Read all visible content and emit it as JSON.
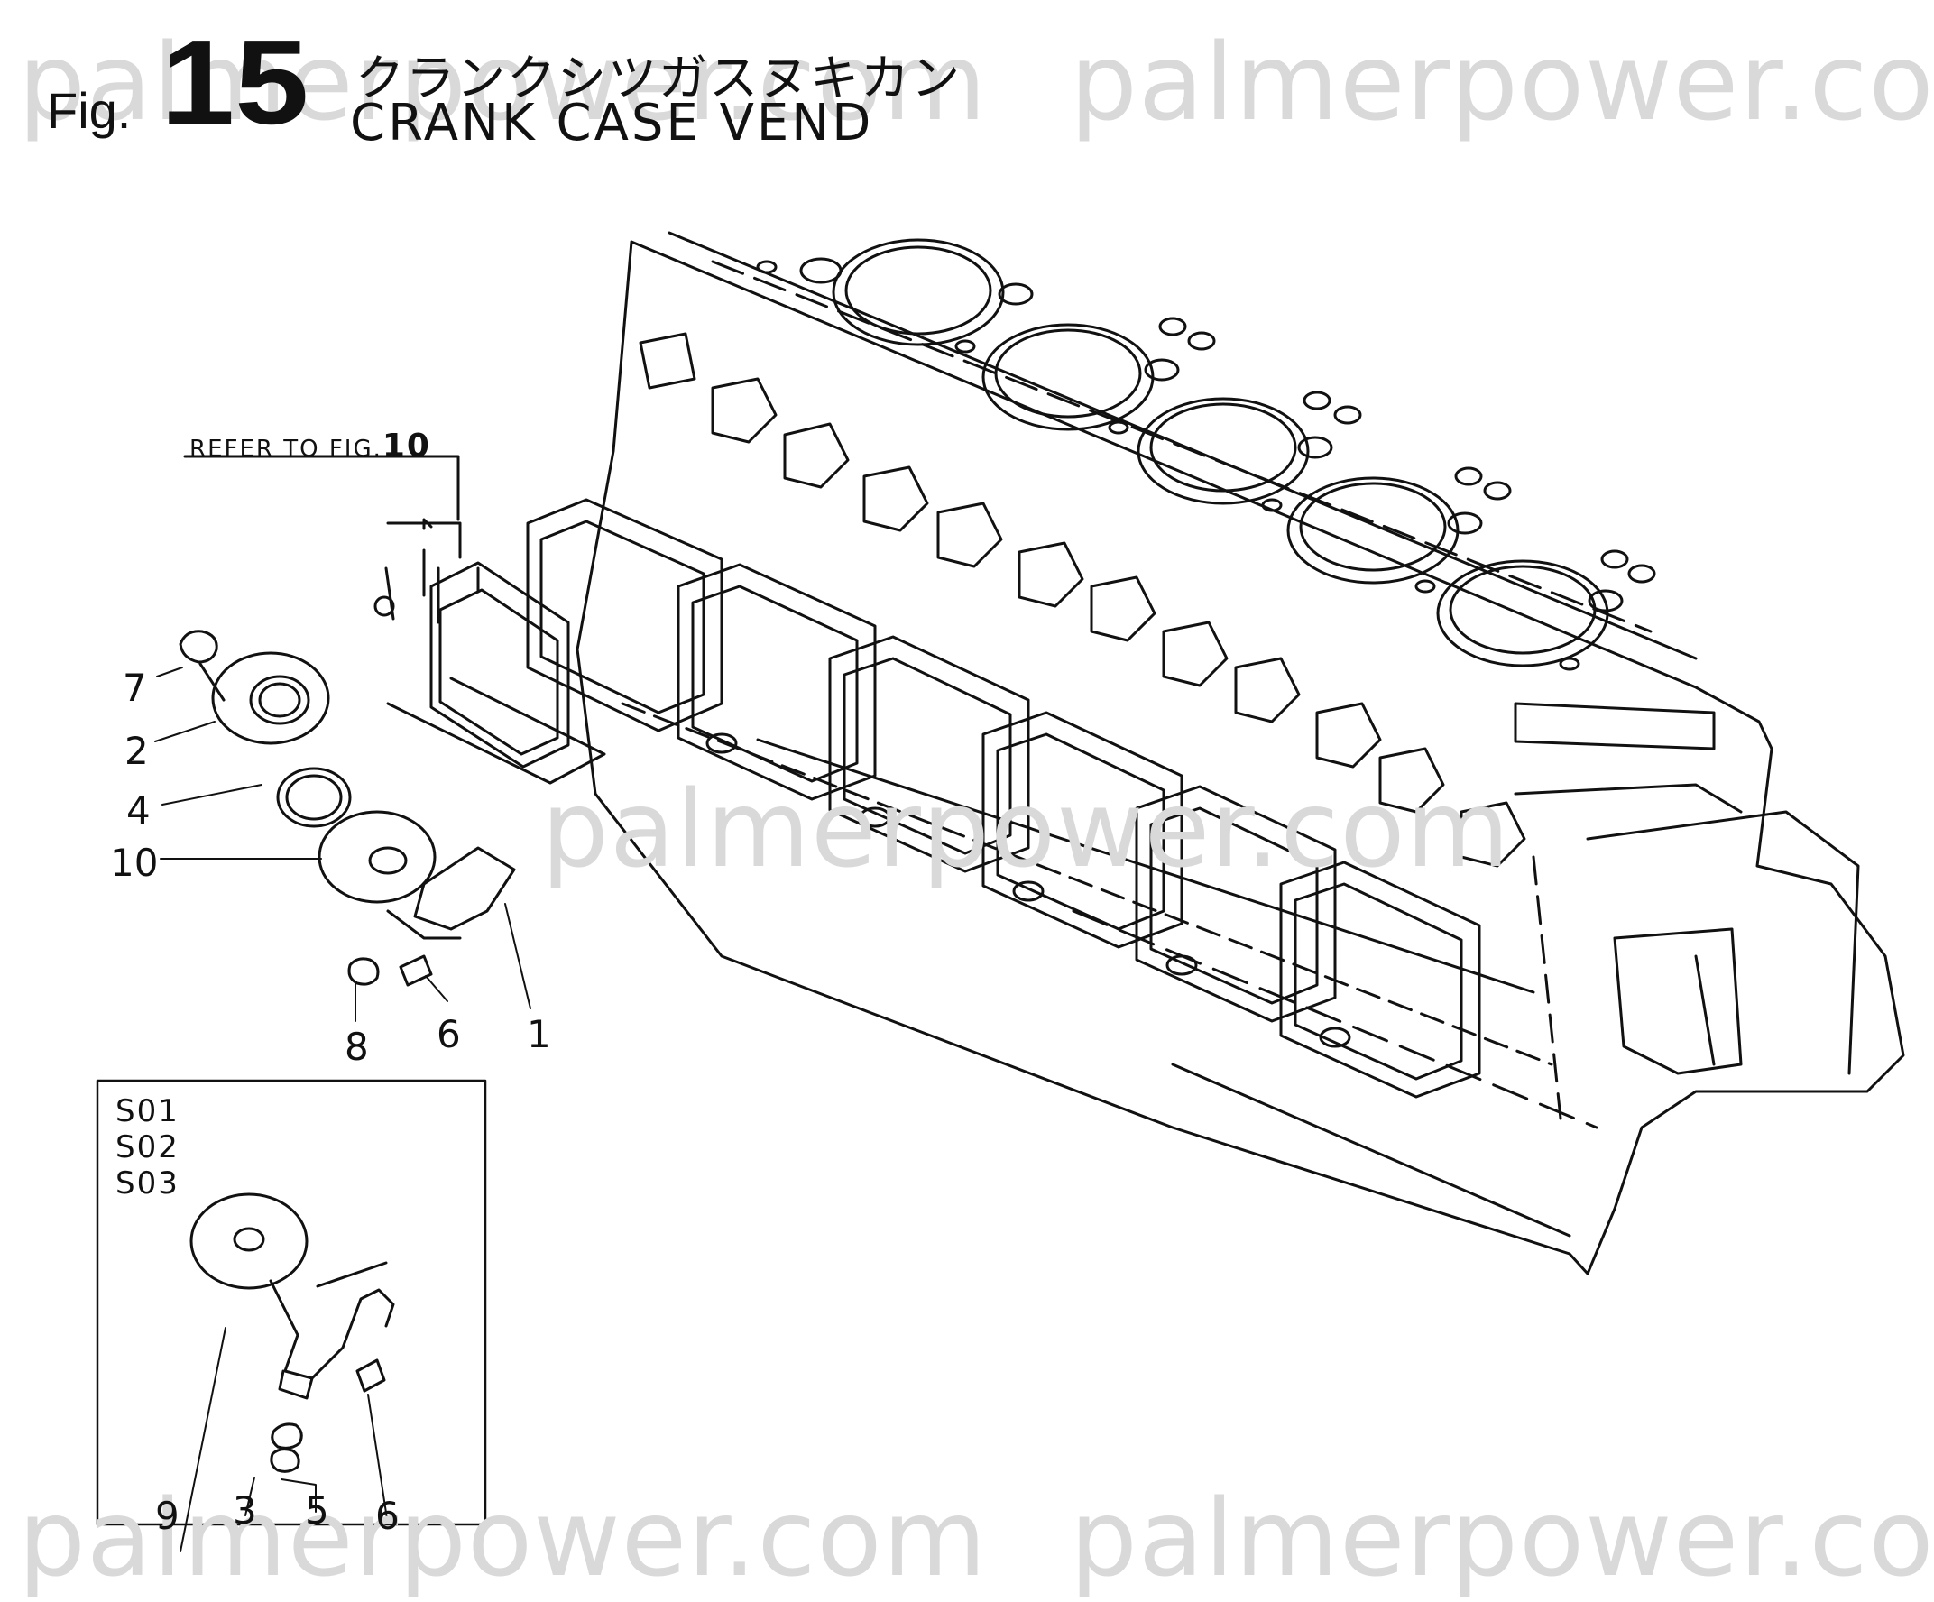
{
  "header": {
    "fig_prefix": "Fig.",
    "fig_number": "15",
    "title_jp": "クランクシツガスヌキカン",
    "title_en": "CRANK CASE VEND"
  },
  "watermark": "palmerpower.com",
  "refer": {
    "text": "REFER TO FIG.",
    "fig": "10"
  },
  "callouts": [
    "7",
    "2",
    "4",
    "10",
    "8",
    "6",
    "1",
    "9",
    "3",
    "5",
    "6"
  ],
  "serials": [
    "S01",
    "S02",
    "S03"
  ]
}
